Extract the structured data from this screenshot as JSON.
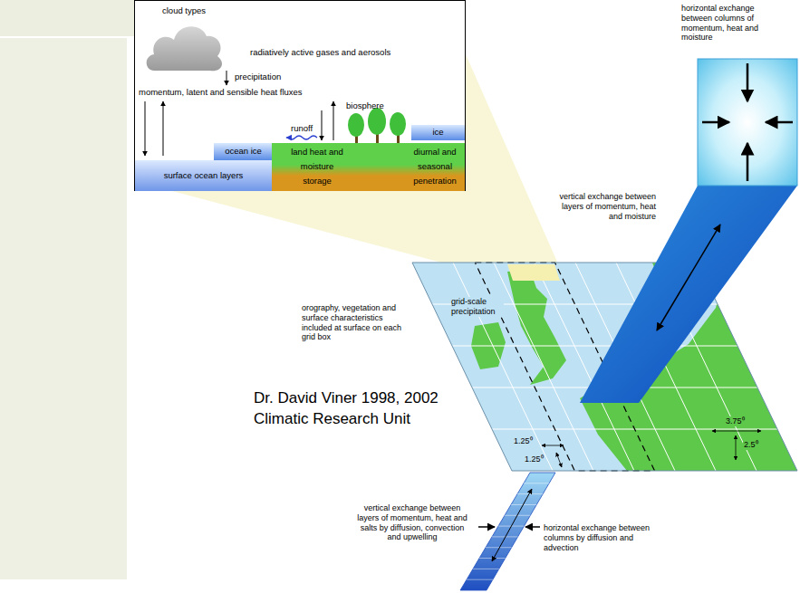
{
  "diagram": {
    "nodes": [
      {
        "text": [
          "cloud types",
          "radiatively active gases and aerosols",
          "precipitation",
          "momentum, latent and sensible heat fluxes",
          "runoff",
          "biosphere"
        ]
      },
      {
        "text": [
          "ice"
        ],
        "in": 0
      },
      {
        "text": [
          "ocean ice"
        ],
        "in": 0
      },
      {
        "text": [
          "land heat and moisture storage",
          "diurnal and seasonal penetration"
        ],
        "in": 0
      },
      {
        "text": [
          "surface ocean layers"
        ],
        "in": 0
      }
    ],
    "labels": [
      "horizontal exchange between columns of momentum, heat and moisture",
      "vertical exchange between layers of momentum, heat and moisture",
      "orography, vegetation and surface characteristics included at surface on each grid box",
      "grid-scale precipitation",
      "Dr. David Viner 1998, 2002",
      "Climatic Research Unit",
      "1.25⁰",
      "3.75⁰",
      "1.25⁰",
      "2.5⁰",
      "vertical exchange between layers of momentum, heat and salts by diffusion, convection and upwelling",
      "horizontal exchange between columns by diffusion and advection"
    ]
  }
}
